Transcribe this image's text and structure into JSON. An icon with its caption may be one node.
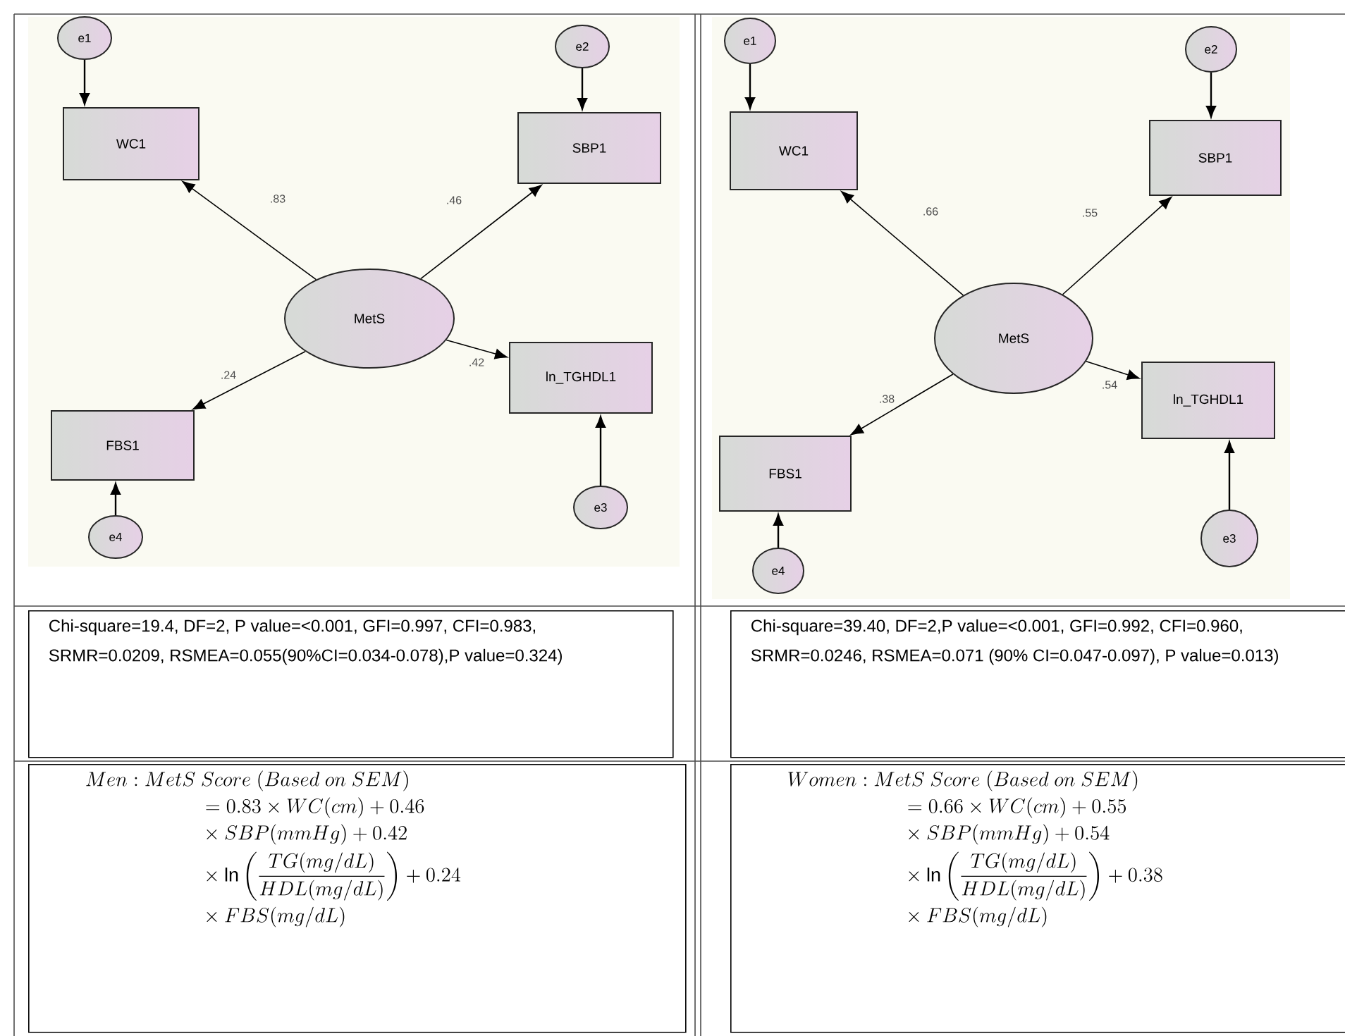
{
  "diagram": {
    "nodes": [
      {
        "text": [
          "e1"
        ]
      },
      {
        "text": [
          "e2"
        ]
      },
      {
        "text": [
          "WC1"
        ]
      },
      {
        "text": [
          "SBP1"
        ]
      },
      {
        "text": [
          "MetS"
        ]
      },
      {
        "text": [
          "ln_TGHDL1"
        ]
      },
      {
        "text": [
          "FBS1"
        ]
      },
      {
        "text": [
          "e3"
        ]
      },
      {
        "text": [
          "e4"
        ]
      },
      {
        "text": [
          "e1"
        ]
      },
      {
        "text": [
          "e2"
        ]
      },
      {
        "text": [
          "WC1"
        ]
      },
      {
        "text": [
          "SBP1"
        ]
      },
      {
        "text": [
          "MetS"
        ]
      },
      {
        "text": [
          "ln_TGHDL1"
        ]
      },
      {
        "text": [
          "FBS1"
        ]
      },
      {
        "text": [
          "e3"
        ]
      },
      {
        "text": [
          "e4"
        ]
      },
      {
        "text": [
          "Chi-square=19.4, DF=2, P value=<0.001, GFI=0.997, CFI=0.983, SRMR=0.0209, RSMEA=0.055(90%CI=0.034-0.078),P value=0.324)"
        ]
      },
      {
        "text": [
          "Chi-square=39.40, DF=2,P value=<0.001, GFI=0.992, CFI=0.960, SRMR=0.0246, RSMEA=0.071 (90% CI=0.047-0.097), P value=0.013)"
        ]
      },
      {
        "text": [
          "\\begin{aligned}&Men: MetS\\ Score\\ (Based\\ on\\ SEM)\\\\&\\qquad\\qquad\\qquad= 0.83\\times WC(cm)+0.46\\\\&\\qquad\\qquad\\qquad\\times SBP(mmHg)+0.42\\\\&\\qquad\\qquad\\qquad\\times\\ln\\left(\\frac{TG(mg/dL)}{HDL(mg/dL)}\\right)+0.24\\\\&\\qquad\\qquad\\qquad\\times FBS(mg/dL)\\end{aligned}"
        ]
      },
      {
        "text": [
          "\\begin{aligned}&Women: MetS\\ Score\\ (Based\\ on\\ SEM)\\\\&\\qquad\\qquad\\qquad= 0.66\\times WC(cm)+0.55\\\\&\\qquad\\qquad\\qquad\\times SBP(mmHg)+0.54\\\\&\\qquad\\qquad\\qquad\\times\\ln\\left(\\frac{TG(mg/dL)}{HDL(mg/dL)}\\right)+0.38\\\\&\\qquad\\qquad\\qquad\\times FBS(mg/dL)\\end{aligned}"
        ]
      }
    ],
    "edges": [
      {
        "from": 0,
        "to": 2,
        "arrow": "to"
      },
      {
        "from": 1,
        "to": 3,
        "arrow": "to"
      },
      {
        "from": 4,
        "to": 2,
        "arrow": "to",
        "label": ".83"
      },
      {
        "from": 4,
        "to": 3,
        "arrow": "to",
        "label": ".46"
      },
      {
        "from": 4,
        "to": 6,
        "arrow": "to",
        "label": ".24"
      },
      {
        "from": 4,
        "to": 5,
        "arrow": "to",
        "label": ".42"
      },
      {
        "from": 7,
        "to": 5,
        "arrow": "to"
      },
      {
        "from": 8,
        "to": 6,
        "arrow": "to"
      },
      {
        "from": 9,
        "to": 11,
        "arrow": "to"
      },
      {
        "from": 10,
        "to": 12,
        "arrow": "to"
      },
      {
        "from": 13,
        "to": 11,
        "arrow": "to",
        "label": ".66"
      },
      {
        "from": 13,
        "to": 12,
        "arrow": "to",
        "label": ".55"
      },
      {
        "from": 13,
        "to": 15,
        "arrow": "to",
        "label": ".38"
      },
      {
        "from": 13,
        "to": 14,
        "arrow": "to",
        "label": ".54"
      },
      {
        "from": 16,
        "to": 14,
        "arrow": "to"
      },
      {
        "from": 17,
        "to": 15,
        "arrow": "to"
      }
    ]
  }
}
